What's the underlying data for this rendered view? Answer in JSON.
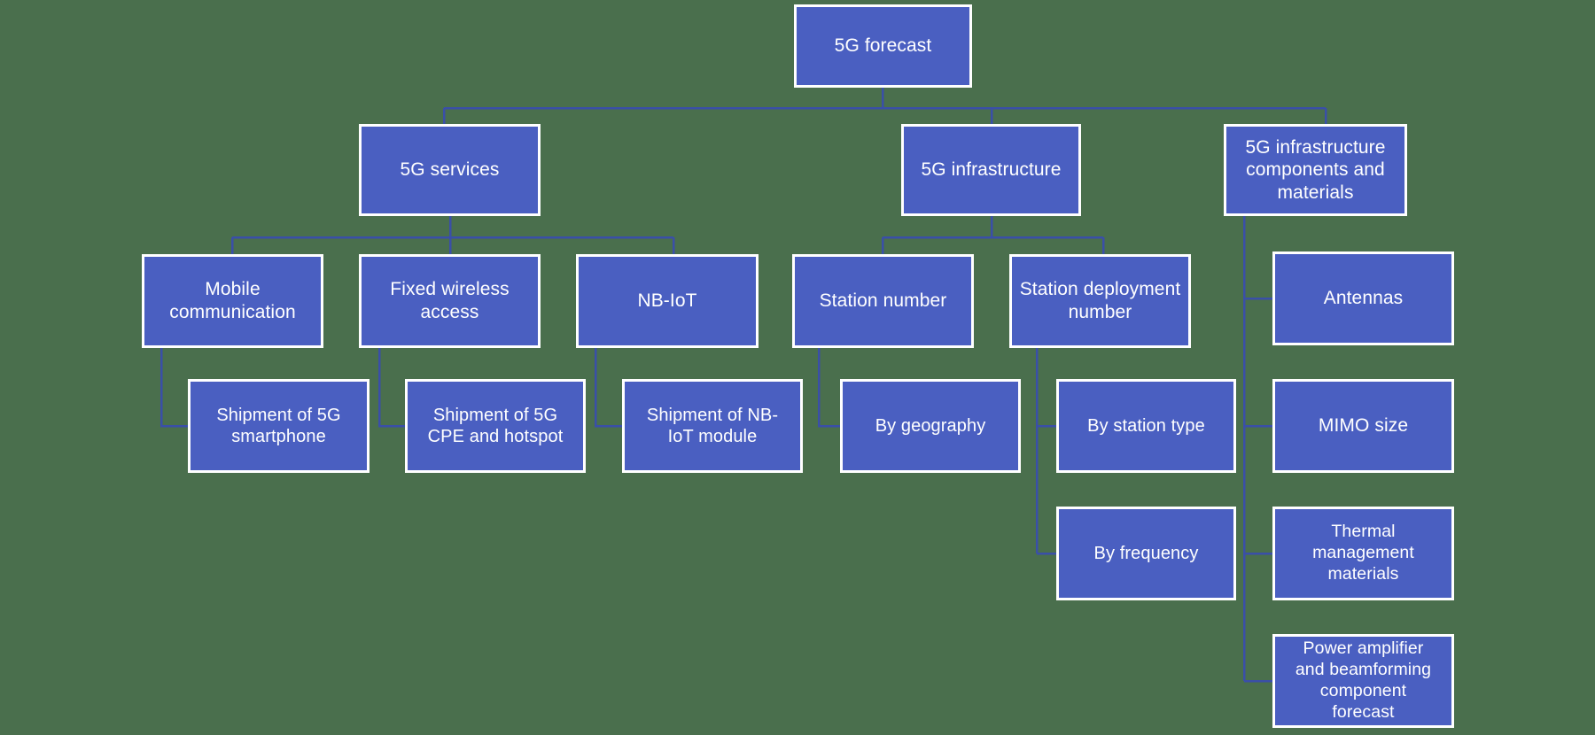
{
  "diagram": {
    "title": "5G forecast",
    "type": "hierarchy-tree",
    "colors": {
      "background": "#4a6f4d",
      "node_fill": "#4a5fc1",
      "node_border": "#ffffff",
      "node_text": "#ffffff",
      "connector": "#3a4fa8"
    },
    "nodes": {
      "root": {
        "label": "5G forecast"
      },
      "services": {
        "label": "5G services"
      },
      "infrastructure": {
        "label": "5G infrastructure"
      },
      "components": {
        "label": "5G infrastructure\ncomponents and\nmaterials"
      },
      "mobile_communication": {
        "label": "Mobile\ncommunication"
      },
      "fixed_wireless_access": {
        "label": "Fixed wireless\naccess"
      },
      "nb_iot": {
        "label": "NB-IoT"
      },
      "station_number": {
        "label": "Station number"
      },
      "station_deployment_number": {
        "label": "Station deployment\nnumber"
      },
      "shipment_5g_smartphone": {
        "label": "Shipment of 5G\nsmartphone"
      },
      "shipment_5g_cpe_hotspot": {
        "label": "Shipment of 5G\nCPE and hotspot"
      },
      "shipment_nb_iot_module": {
        "label": "Shipment of NB-\nIoT module"
      },
      "by_geography": {
        "label": "By geography"
      },
      "by_station_type": {
        "label": "By station type"
      },
      "by_frequency": {
        "label": "By frequency"
      },
      "antennas": {
        "label": "Antennas"
      },
      "mimo_size": {
        "label": "MIMO size"
      },
      "thermal_management_materials": {
        "label": "Thermal\nmanagement\nmaterials"
      },
      "power_amplifier_beamforming": {
        "label": "Power amplifier\nand beamforming\ncomponent\nforecast"
      }
    },
    "edges": [
      {
        "from": "root",
        "to": "services"
      },
      {
        "from": "root",
        "to": "infrastructure"
      },
      {
        "from": "root",
        "to": "components"
      },
      {
        "from": "services",
        "to": "mobile_communication"
      },
      {
        "from": "services",
        "to": "fixed_wireless_access"
      },
      {
        "from": "services",
        "to": "nb_iot"
      },
      {
        "from": "infrastructure",
        "to": "station_number"
      },
      {
        "from": "infrastructure",
        "to": "station_deployment_number"
      },
      {
        "from": "mobile_communication",
        "to": "shipment_5g_smartphone"
      },
      {
        "from": "fixed_wireless_access",
        "to": "shipment_5g_cpe_hotspot"
      },
      {
        "from": "nb_iot",
        "to": "shipment_nb_iot_module"
      },
      {
        "from": "station_number",
        "to": "by_geography"
      },
      {
        "from": "station_deployment_number",
        "to": "by_station_type"
      },
      {
        "from": "station_deployment_number",
        "to": "by_frequency"
      },
      {
        "from": "components",
        "to": "antennas"
      },
      {
        "from": "components",
        "to": "mimo_size"
      },
      {
        "from": "components",
        "to": "thermal_management_materials"
      },
      {
        "from": "components",
        "to": "power_amplifier_beamforming"
      }
    ]
  }
}
